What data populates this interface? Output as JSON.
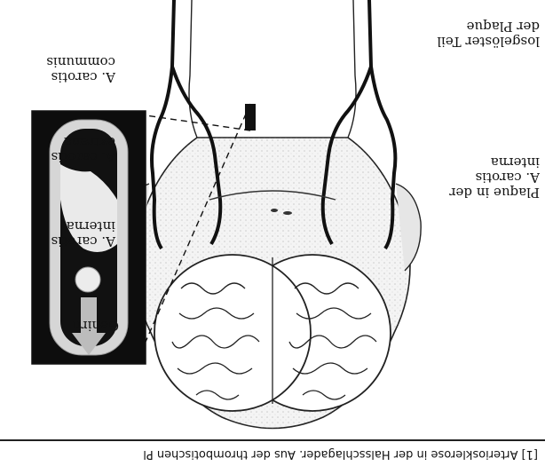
{
  "figure": {
    "caption": "[1] Arteriosklerose in der Halsschlagader. Aus der thrombotischen Pl",
    "orientation": "rotated-180",
    "labels": {
      "gehirn": "Gehirn",
      "carotis_interna": "A. carotis\ninterna",
      "carotis_externa": "A. carotis\nextrena",
      "carotis_communis": "A. carotis\ncommunis",
      "plaque": "Plaque in der\nA. carotis\ninterna",
      "losgeloester_teil": "losgelöster Teil\nder Plaque"
    }
  },
  "colors": {
    "ink": "#111111",
    "paper": "#ffffff",
    "inset_dark": "#0d0d0d",
    "shade": "#d6d6d6"
  }
}
